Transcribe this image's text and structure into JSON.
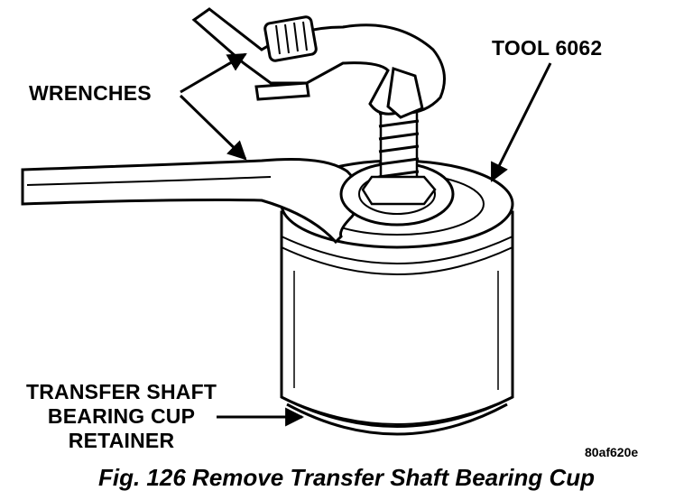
{
  "labels": {
    "tool": "TOOL 6062",
    "wrenches": "WRENCHES",
    "retainer": [
      "TRANSFER SHAFT",
      "BEARING CUP",
      "RETAINER"
    ]
  },
  "figure_id": "80af620e",
  "caption": "Fig. 126 Remove Transfer Shaft Bearing Cup"
}
